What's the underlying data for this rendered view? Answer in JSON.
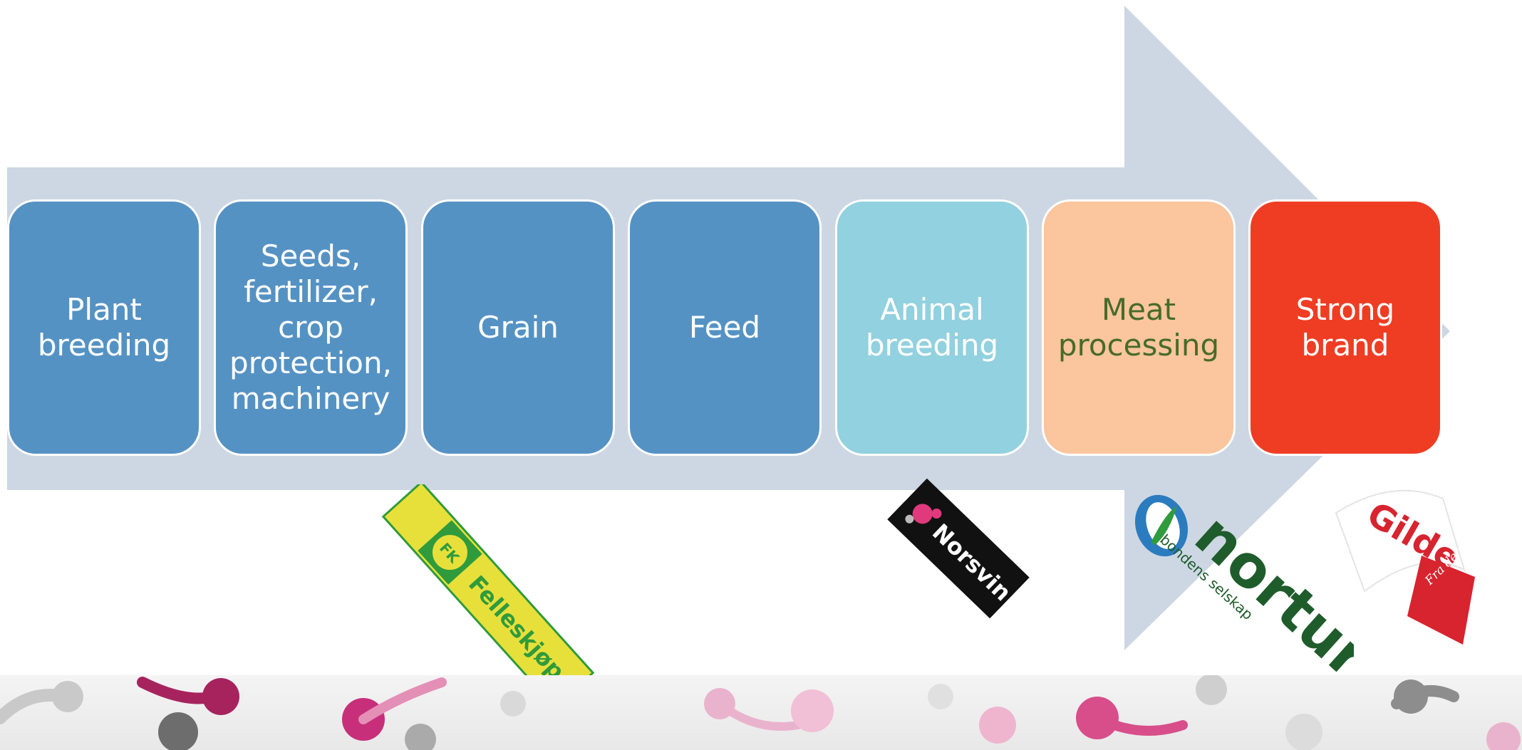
{
  "diagram": {
    "arrow_color": "#cdd7e3",
    "steps": [
      {
        "label": "Plant\nbreeding",
        "fill": "#5592c4",
        "text_color": "#ffffff"
      },
      {
        "label": "Seeds,\nfertilizer,\ncrop\nprotection,\nmachinery",
        "fill": "#5592c4",
        "text_color": "#ffffff"
      },
      {
        "label": "Grain",
        "fill": "#5592c4",
        "text_color": "#ffffff"
      },
      {
        "label": "Feed",
        "fill": "#5592c4",
        "text_color": "#ffffff"
      },
      {
        "label": "Animal\nbreeding",
        "fill": "#92d1df",
        "text_color": "#ffffff"
      },
      {
        "label": "Meat\nprocessing",
        "fill": "#fbc59d",
        "text_color": "#476b2a"
      },
      {
        "label": "Strong\nbrand",
        "fill": "#ee3d23",
        "text_color": "#ffffff"
      }
    ]
  },
  "logos": {
    "felleskjopet": {
      "text": "Felleskjøpet",
      "badge": "FK",
      "colors": {
        "yellow": "#e8e03a",
        "green": "#2f9b3c"
      }
    },
    "norsvin": {
      "text": "Norsvin",
      "colors": {
        "bg": "#111111",
        "accent": "#e0397c"
      }
    },
    "nortura": {
      "text": "nortura",
      "tagline": "bondens selskap",
      "colors": {
        "green": "#1f5c2c",
        "blue": "#2b7bbf"
      }
    },
    "gilde": {
      "text": "Gilde",
      "ribbon": "Fra den norske bonden",
      "colors": {
        "red": "#d7242f"
      }
    }
  }
}
